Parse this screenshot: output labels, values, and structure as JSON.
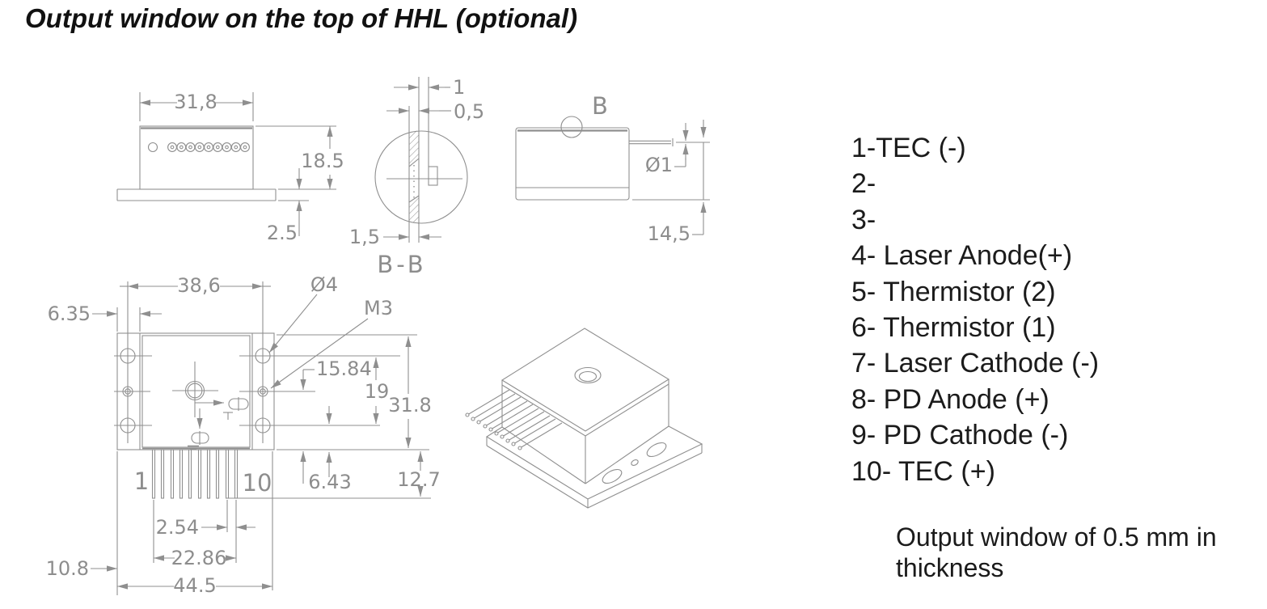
{
  "title": "Output window on the top of HHL (optional)",
  "drawing": {
    "front_view": {
      "dim_width": "31,8",
      "dim_height": "18.5",
      "dim_flange": "2.5"
    },
    "section_view": {
      "dim_lid": "1",
      "dim_window": "0,5",
      "dim_total": "1,5",
      "label": "B-B"
    },
    "side_view": {
      "label": "B",
      "dim_pin_diameter": "Ø1",
      "dim_height": "14,5"
    },
    "top_view": {
      "dim_hole_span": "38,6",
      "dim_flange_width": "6.35",
      "label_hole_diameter": "Ø4",
      "label_thread": "M3",
      "dim_mid_hole": "15.84",
      "dim_hole_rows": "19",
      "dim_body": "31.8",
      "dim_bottom_hole": "6.43",
      "dim_pin_length": "12.7",
      "label_pin_first": "1",
      "label_pin_last": "10",
      "dim_pin_pitch": "2.54",
      "dim_pin_row": "22.86",
      "dim_edge_to_pin": "10.8",
      "dim_total_width": "44.5"
    }
  },
  "pin_assignments": [
    "1-TEC (-)",
    "2-",
    "3-",
    "4- Laser Anode(+)",
    "5- Thermistor (2)",
    "6- Thermistor (1)",
    "7- Laser Cathode (-)",
    "8- PD Anode (+)",
    "9- PD Cathode (-)",
    "10- TEC (+)"
  ],
  "note": "Output window of 0.5 mm in thickness",
  "colors": {
    "line": "#8f8f8f",
    "dim_text": "#8d8d8d",
    "body_text": "#1b1b1b"
  }
}
